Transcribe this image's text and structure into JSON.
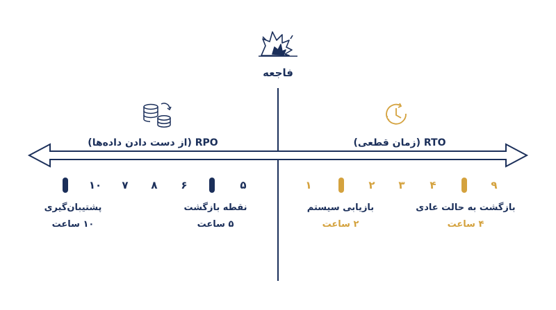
{
  "event": {
    "label": "فاجعه",
    "icon": "explosion-icon"
  },
  "rpo": {
    "label": "RPO (از دست دادن داده‌ها)",
    "icon": "database-sync-icon"
  },
  "rto": {
    "label": "RTO (زمان قطعی)",
    "icon": "clock-icon"
  },
  "left_ticks": [
    "۱۰",
    "۷",
    "۸",
    "۶",
    "۵"
  ],
  "right_ticks": [
    "۱",
    "۲",
    "۳",
    "۴",
    "۹"
  ],
  "markers": {
    "backup": {
      "label": "پشتیبان‌گیری",
      "time": "۱۰ ساعت"
    },
    "recovery_point": {
      "label": "نقطه بازگشت",
      "time": "۵ ساعت"
    },
    "system_recovery": {
      "label": "بازیابی سیستم",
      "time": "۲ ساعت"
    },
    "back_to_normal": {
      "label": "بازگشت به حالت عادی",
      "time": "۴ ساعت"
    }
  },
  "colors": {
    "navy": "#1b2f5a",
    "gold": "#d4a23e"
  }
}
